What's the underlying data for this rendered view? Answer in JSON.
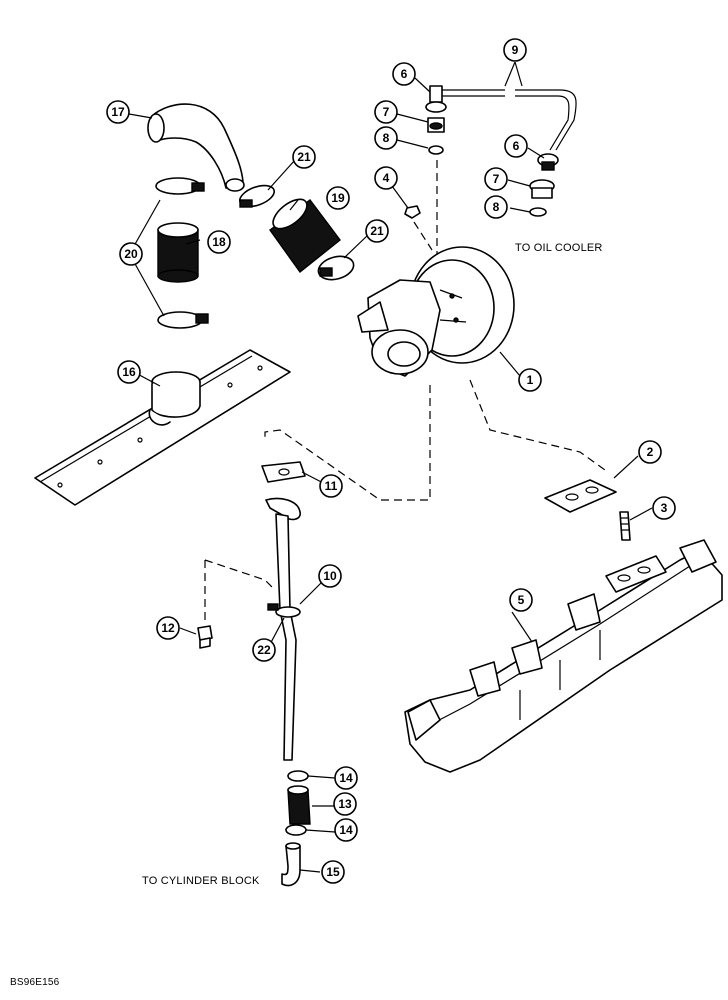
{
  "labels": {
    "to_oil_cooler": "TO OIL COOLER",
    "to_cylinder_block": "TO CYLINDER BLOCK",
    "figure_code": "BS96E156"
  },
  "callouts": [
    "1",
    "2",
    "3",
    "4",
    "5",
    "6",
    "6",
    "7",
    "7",
    "8",
    "8",
    "9",
    "10",
    "11",
    "12",
    "13",
    "14",
    "14",
    "15",
    "16",
    "17",
    "18",
    "19",
    "20",
    "21",
    "21",
    "22"
  ]
}
